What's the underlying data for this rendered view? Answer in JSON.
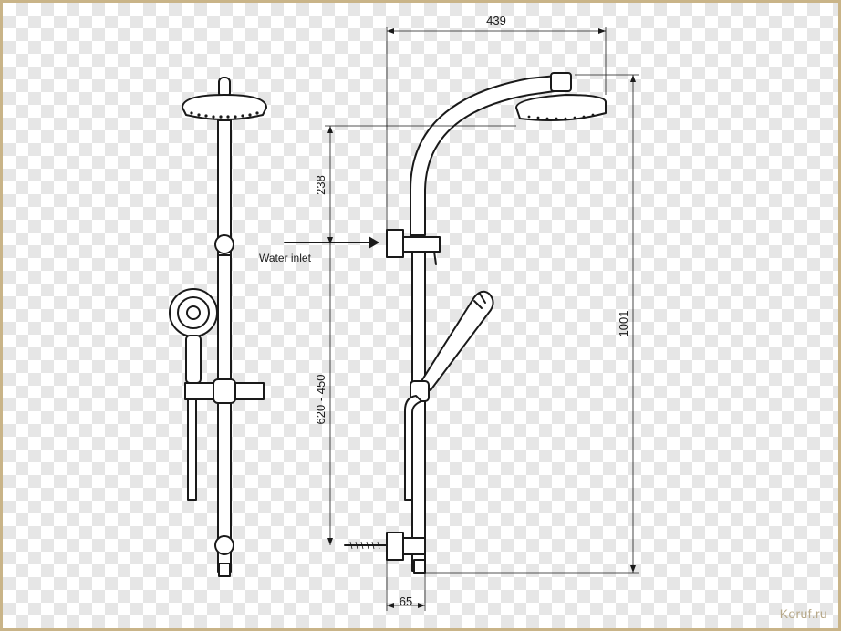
{
  "diagram": {
    "dimensions": {
      "overall_width": "439",
      "overall_height": "1001",
      "head_to_inlet": "238",
      "inlet_range": "620 - 450",
      "base_offset": "65"
    },
    "labels": {
      "water_inlet": "Water inlet"
    }
  },
  "watermark": "Koruf.ru",
  "colors": {
    "line": "#1a1a1a",
    "checker": "#e6e6e6",
    "frame": "#c9b488"
  }
}
